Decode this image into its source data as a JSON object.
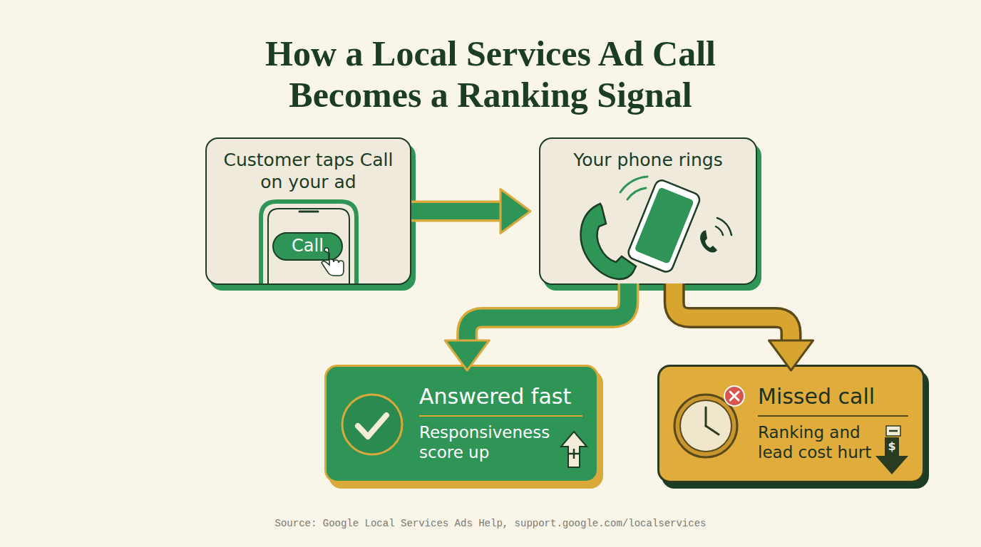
{
  "diagram": {
    "title": "How a Local Services Ad Call Becomes a Ranking Signal",
    "caption": "Source: Google Local Services Ads Help, support.google.com/localservices",
    "nodes": [
      {
        "text": [
          "Customer taps Call on your ad"
        ]
      },
      {
        "text": [
          "Your phone rings"
        ]
      },
      {
        "text": [
          "Answered fast",
          "Responsiveness score up"
        ]
      },
      {
        "text": [
          "Missed call",
          "Ranking and lead cost hurt"
        ]
      }
    ],
    "edges": [
      {
        "from": 0,
        "to": 1,
        "arrow": "to"
      },
      {
        "from": 1,
        "to": 2,
        "arrow": "to"
      },
      {
        "from": 1,
        "to": 3,
        "arrow": "to"
      }
    ],
    "labels": [
      "Call",
      "$"
    ]
  }
}
